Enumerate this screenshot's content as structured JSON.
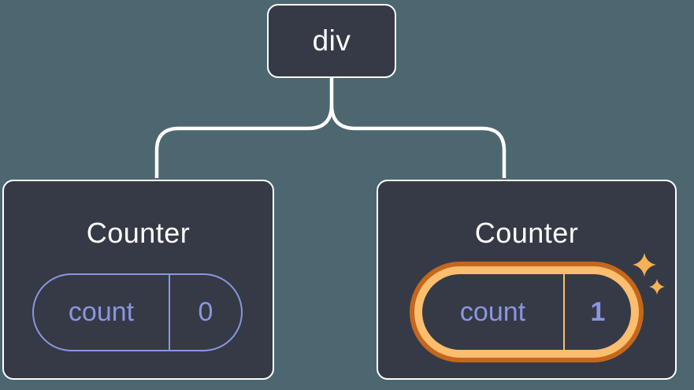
{
  "diagram": {
    "root": {
      "label": "div"
    },
    "children": [
      {
        "title": "Counter",
        "state_key": "count",
        "state_value": "0",
        "highlighted": false
      },
      {
        "title": "Counter",
        "state_key": "count",
        "state_value": "1",
        "highlighted": true
      }
    ]
  },
  "icons": {
    "sparkles": "sparkles-icon"
  },
  "colors": {
    "background": "#4D6770",
    "node_fill": "#353A46",
    "node_border": "#FFFFFF",
    "state_accent": "#8A96E0",
    "highlight_outer": "#C4671C",
    "highlight_inner": "#FBBD6E",
    "sparkle": "#F6B155",
    "text": "#FFFFFF"
  }
}
